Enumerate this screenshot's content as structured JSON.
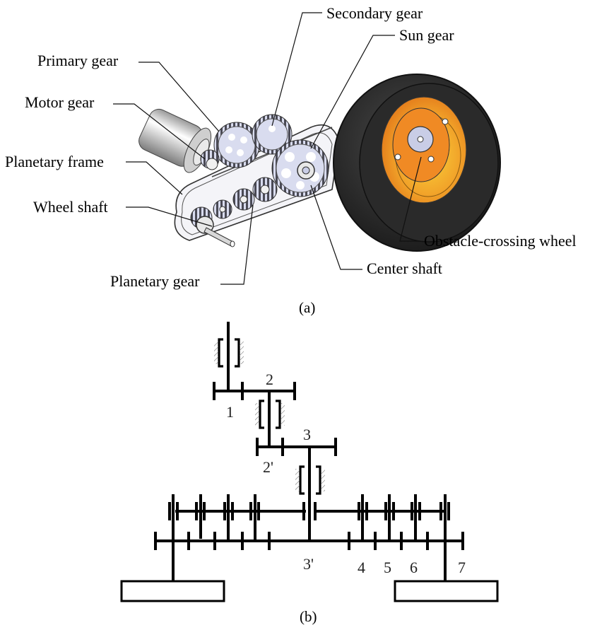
{
  "figure": {
    "panel_a": {
      "caption": "(a)",
      "labels": {
        "primary_gear": "Primary gear",
        "motor_gear": "Motor gear",
        "planetary_frame": "Planetary frame",
        "wheel_shaft": "Wheel shaft",
        "planetary_gear": "Planetary gear",
        "secondary_gear": "Secondary gear",
        "sun_gear": "Sun gear",
        "center_shaft": "Center shaft",
        "obstacle_crossing_wheel": "Obstacle-crossing wheel"
      },
      "colors": {
        "tire": "#2b2b2b",
        "rim": "#f08a24",
        "rim_inner": "#f2c230",
        "hub": "#c9cde6",
        "gear": "#d9dcef",
        "motor": "#e8e8e8"
      }
    },
    "panel_b": {
      "caption": "(b)",
      "gear_numbers": [
        "1",
        "2",
        "2'",
        "3",
        "3'",
        "4",
        "5",
        "6",
        "7"
      ]
    }
  }
}
